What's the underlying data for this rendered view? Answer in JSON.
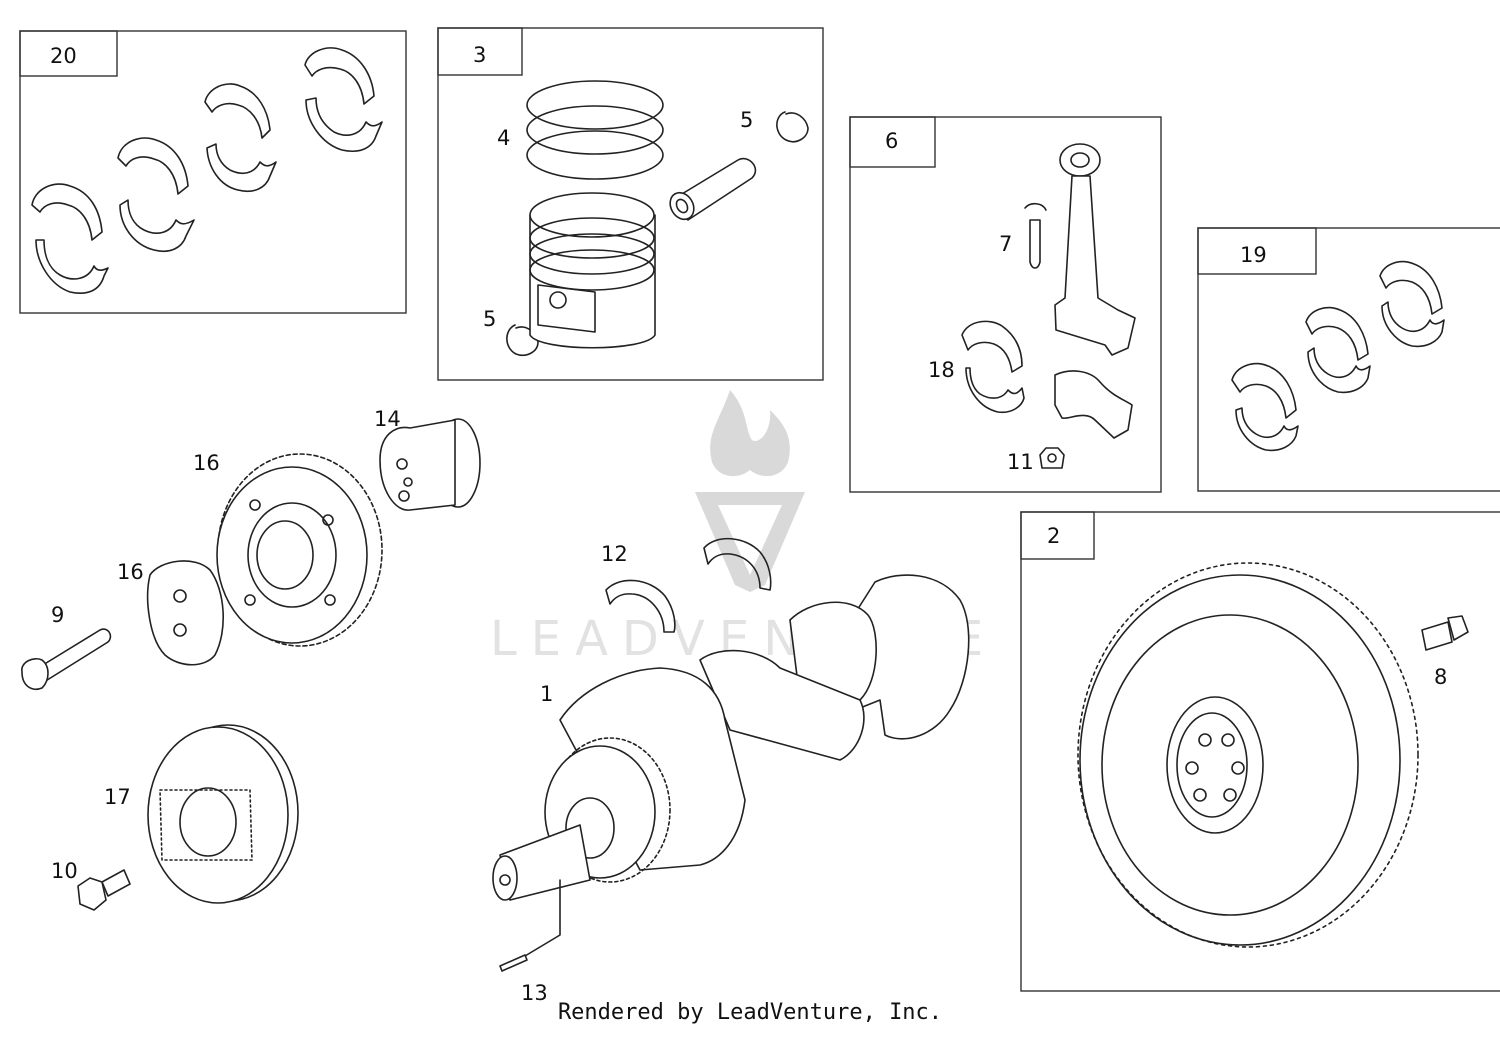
{
  "diagram": {
    "groups": [
      {
        "name": "main-bearing-set",
        "label": "20"
      },
      {
        "name": "piston-assembly",
        "label": "3"
      },
      {
        "name": "connecting-rod-assembly",
        "label": "6"
      },
      {
        "name": "thrust-bearing-set",
        "label": "19"
      },
      {
        "name": "flywheel-assembly",
        "label": "2"
      }
    ],
    "callouts": {
      "piston_rings": "4",
      "snap_ring_upper": "5",
      "snap_ring_lower": "5",
      "pin": "7",
      "rod_bearing": "18",
      "rod_nut": "11",
      "flywheel_bolt": "8",
      "bushing": "14",
      "gear": "16",
      "plate": "16",
      "gear_bolt": "9",
      "pulley": "17",
      "pulley_bolt": "10",
      "thrust_washer": "12",
      "crankshaft": "1",
      "key_pin": "13"
    },
    "watermark": "LEADVENTURE"
  },
  "footer": "Rendered by LeadVenture, Inc."
}
